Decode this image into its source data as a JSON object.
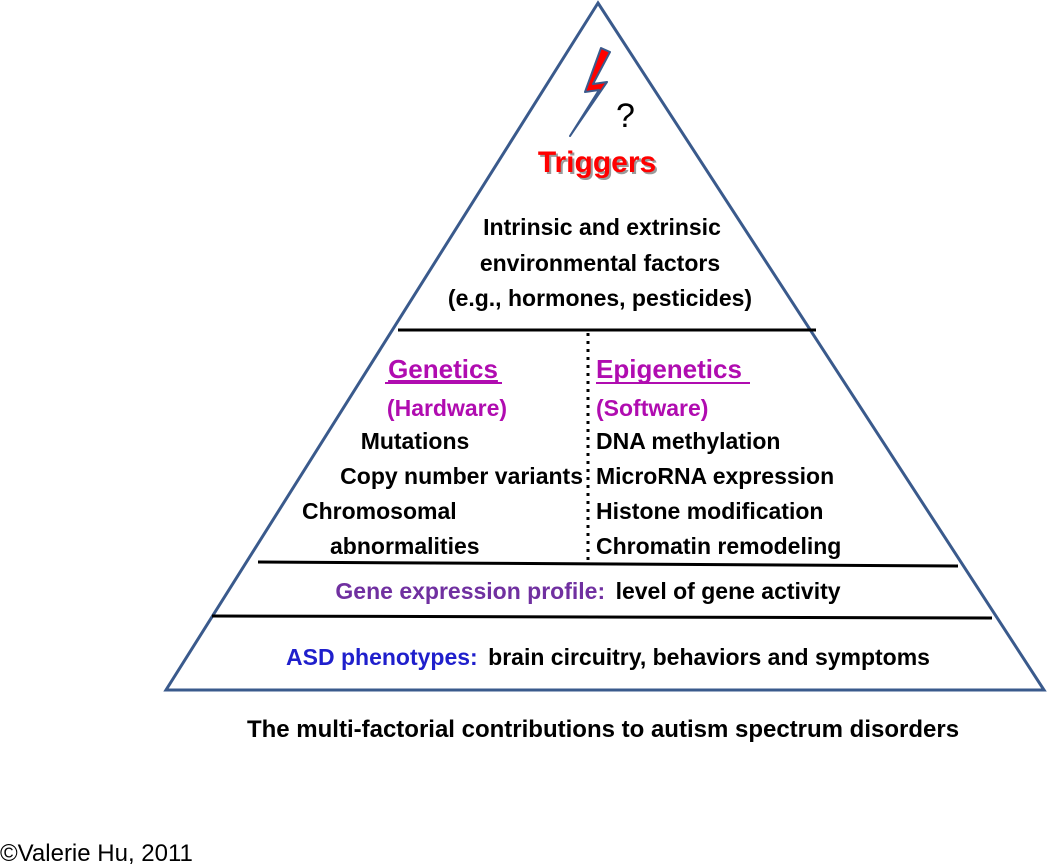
{
  "top": {
    "question_mark": "?",
    "title": "Triggers",
    "environment_lines": [
      "Intrinsic and extrinsic",
      "environmental factors",
      "(e.g., hormones, pesticides)"
    ]
  },
  "genetics": {
    "heading": "Genetics",
    "subheading": "(Hardware)",
    "items": [
      "Mutations",
      "Copy number variants",
      "Chromosomal",
      "abnormalities"
    ]
  },
  "epigenetics": {
    "heading": "Epigenetics",
    "subheading": "(Software)",
    "items": [
      "DNA methylation",
      "MicroRNA expression",
      "Histone modification",
      "Chromatin remodeling"
    ]
  },
  "gene_expression": {
    "label": "Gene expression profile:",
    "text": "level of gene activity"
  },
  "asd": {
    "label": "ASD phenotypes:",
    "text": "brain circuitry, behaviors and symptoms"
  },
  "caption": "The multi-factorial contributions to autism spectrum disorders",
  "credit": "©Valerie Hu, 2011",
  "colors": {
    "outline": "#3a5a8c",
    "triggers": "#ff0000",
    "heading_pink": "#b00cb0",
    "gene_expression_purple": "#7030a0",
    "asd_blue": "#1f1fcc",
    "lightning_fill": "#ff0000"
  },
  "icons": [
    "lightning-bolt-icon"
  ]
}
